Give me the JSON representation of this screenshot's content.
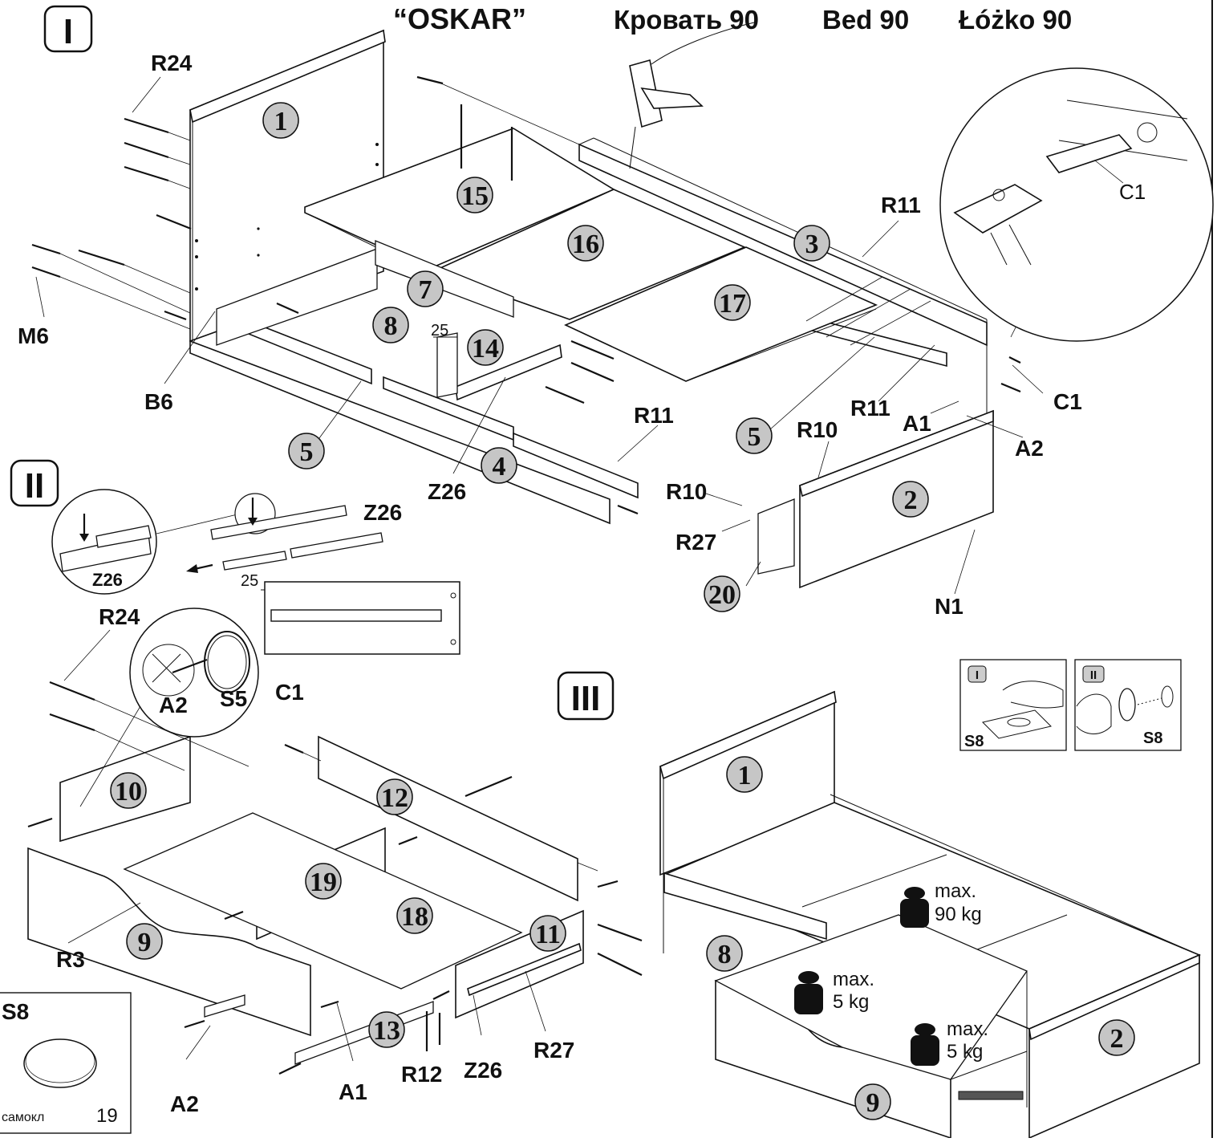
{
  "header": {
    "model": "“OSKAR”",
    "name_ru": "Кровать 90",
    "name_en": "Bed 90",
    "name_pl": "Łóżko 90"
  },
  "steps": {
    "one": "I",
    "two": "II",
    "three": "III"
  },
  "parts": {
    "p1": "1",
    "p2": "2",
    "p3": "3",
    "p4": "4",
    "p5": "5",
    "p7": "7",
    "p8": "8",
    "p9": "9",
    "p10": "10",
    "p11": "11",
    "p12": "12",
    "p13": "13",
    "p14": "14",
    "p15": "15",
    "p16": "16",
    "p17": "17",
    "p18": "18",
    "p19": "19",
    "p20": "20"
  },
  "hardware": {
    "R24": "R24",
    "M6": "M6",
    "B6": "B6",
    "R11": "R11",
    "R10": "R10",
    "R27": "R27",
    "Z26": "Z26",
    "A1": "A1",
    "A2": "A2",
    "C1": "C1",
    "N1": "N1",
    "S5": "S5",
    "S8": "S8",
    "R3": "R3",
    "R12": "R12"
  },
  "dims": {
    "slide_offset": "25"
  },
  "loads": {
    "bed_max_label": "max.",
    "bed_max_value": "90 kg",
    "drawer_left_label": "max.",
    "drawer_left_value": "5 kg",
    "drawer_right_label": "max.",
    "drawer_right_value": "5 kg"
  },
  "legend": {
    "s8_note": "самокл",
    "qty": "19"
  },
  "sticker_steps": {
    "a": "I",
    "b": "II"
  },
  "colors": {
    "line": "#111111",
    "badge": "#c6c6c6",
    "background": "#ffffff"
  }
}
